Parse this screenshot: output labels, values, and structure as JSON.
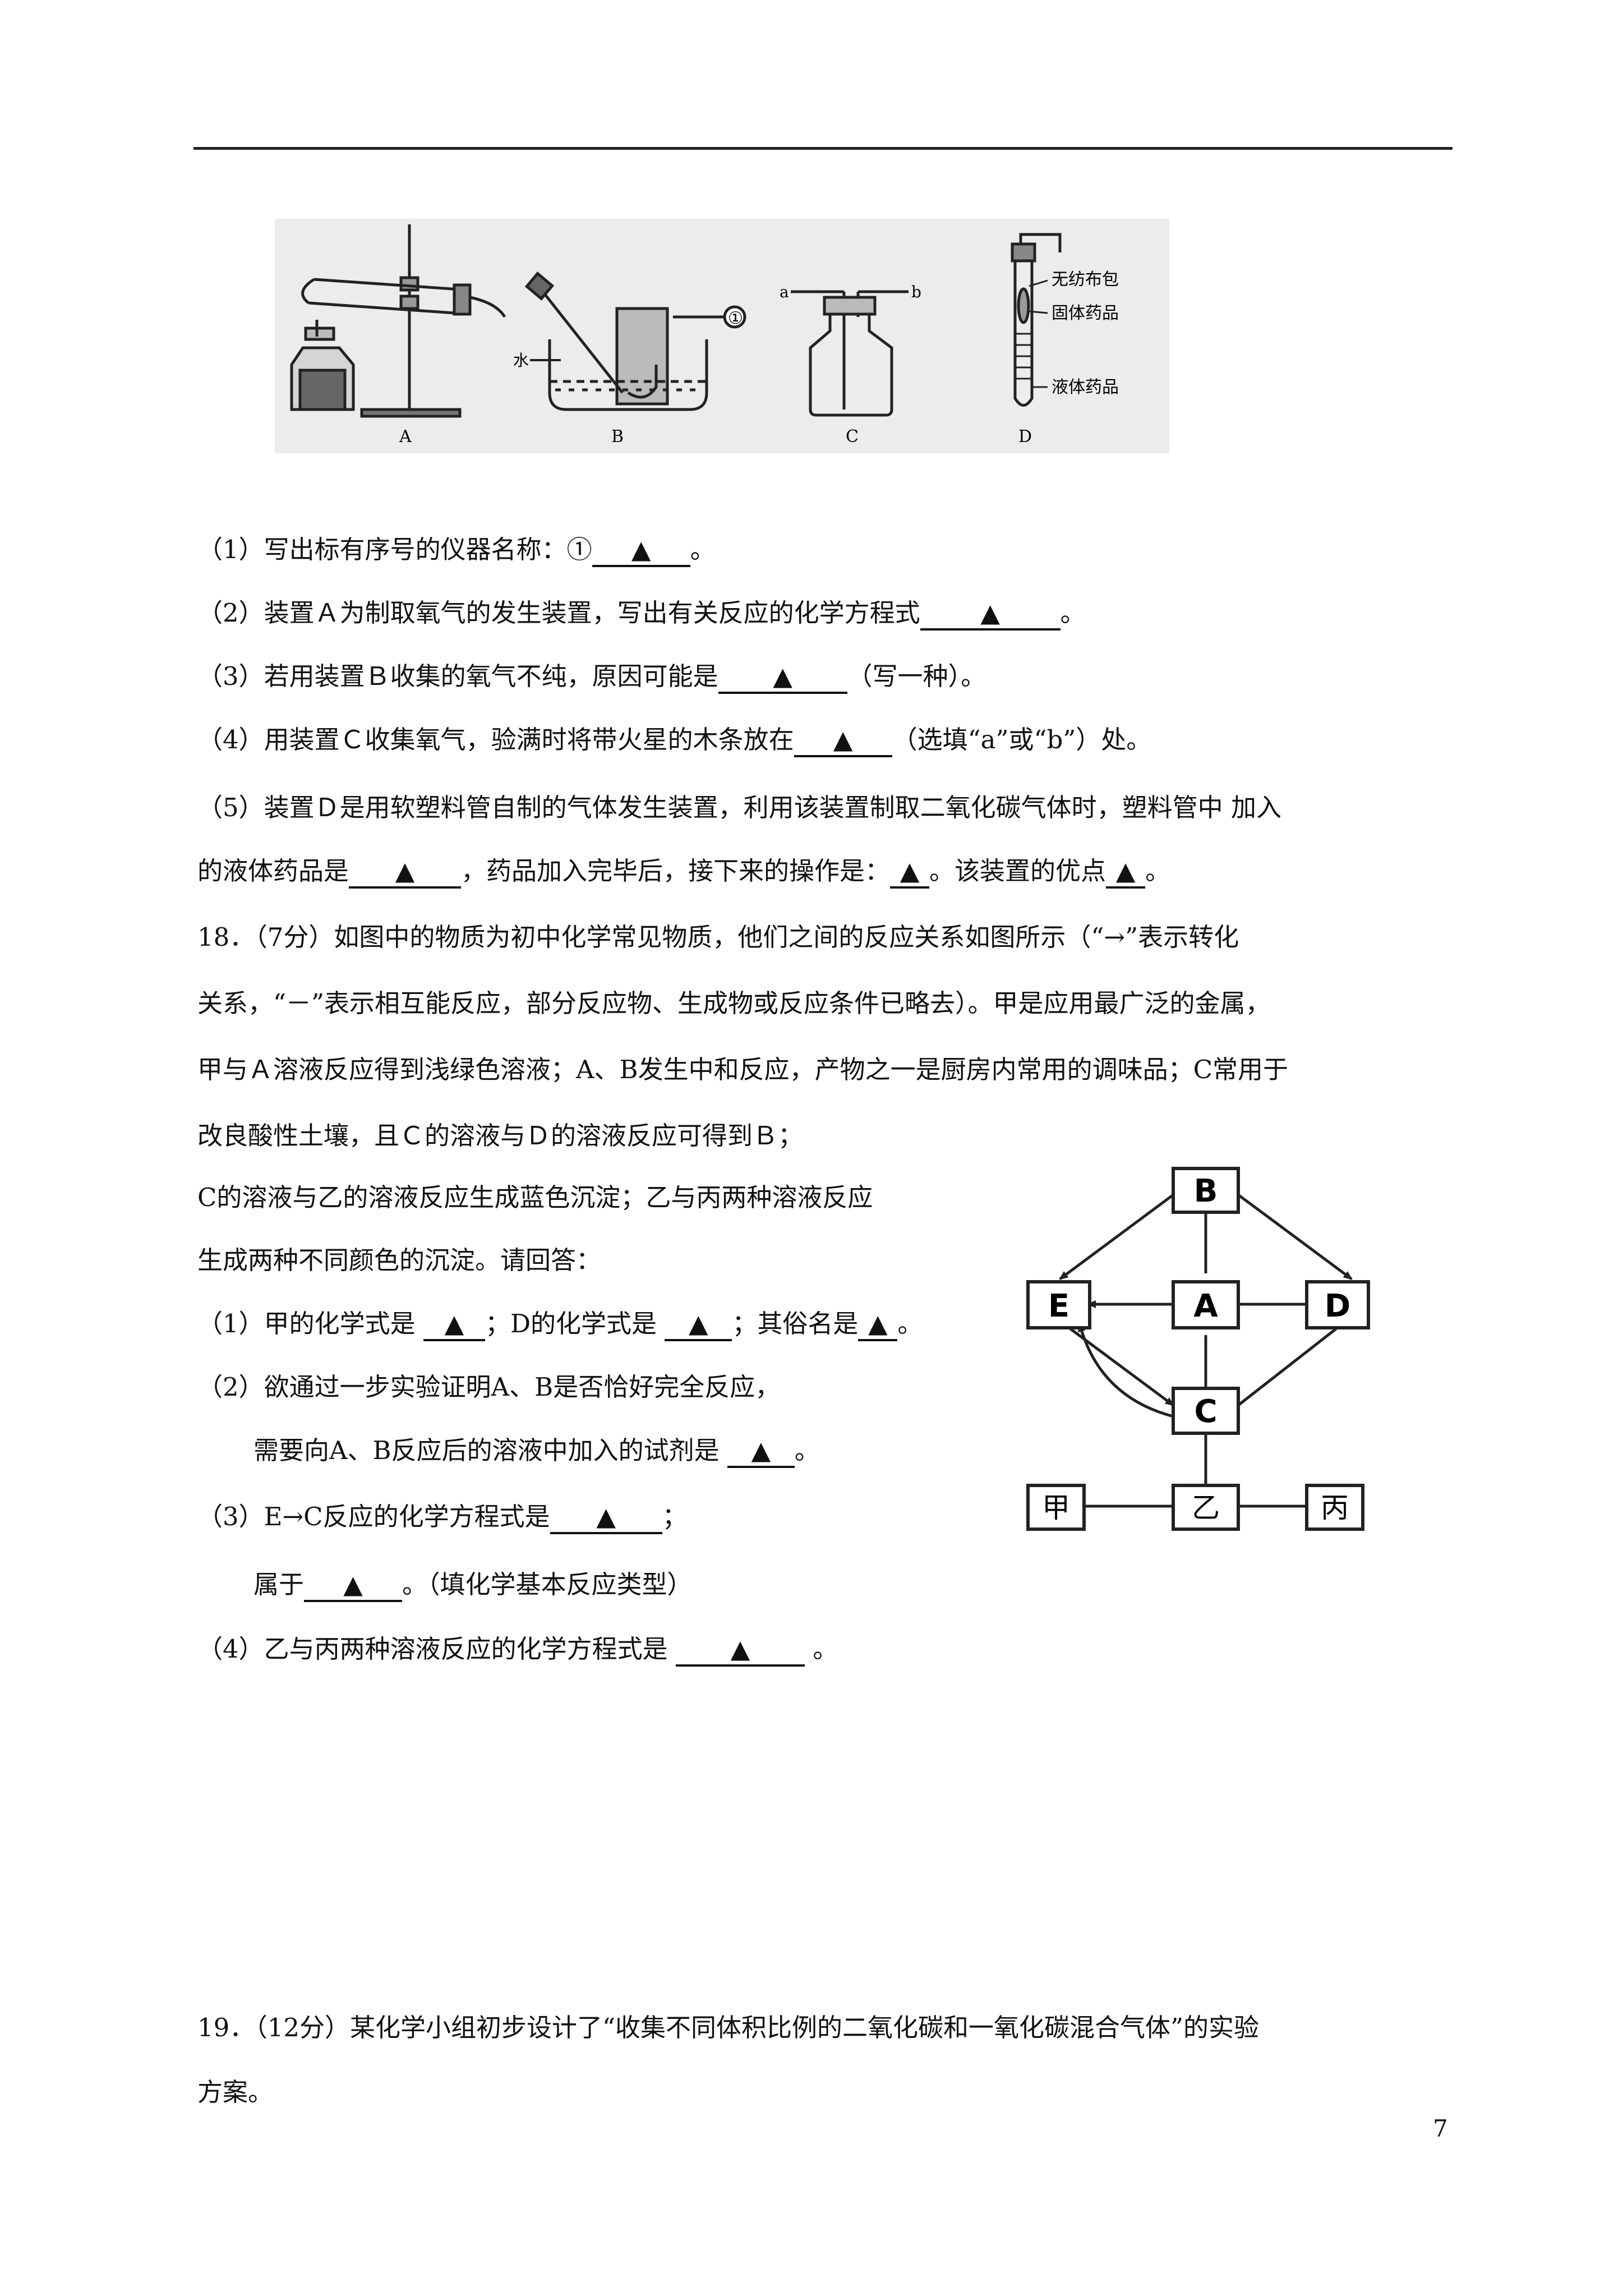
{
  "figure1": {
    "labels": {
      "A": "A",
      "B": "B",
      "C": "C",
      "D": "D",
      "water": "水",
      "circle1": "①",
      "a": "a",
      "b": "b",
      "cloth": "无纺布包",
      "solid": "固体药品",
      "liquid": "液体药品"
    }
  },
  "q17": {
    "l1_pre": "（1）写出标有序号的仪器名称：①",
    "l1_post": "。",
    "l2_pre": "（2）装置Ａ为制取氧气的发生装置，写出有关反应的化学方程式",
    "l2_post": "。",
    "l3_pre": "（3）若用装置Ｂ收集的氧气不纯，原因可能是",
    "l3_post": "（写一种）。",
    "l4_pre": "（4）用装置Ｃ收集氧气，验满时将带火星的木条放在",
    "l4_post": "（选填“a”或“b”）处。",
    "l5": "（5）装置Ｄ是用软塑料管自制的气体发生装置，利用该装置制取二氧化碳气体时，塑料管中 加入",
    "l6_pre": "的液体药品是",
    "l6_mid1": "，药品加入完毕后，接下来的操作是：",
    "l6_mid2": "。该装置的优点",
    "l6_post": "。"
  },
  "marker": "▲",
  "q18": {
    "p1": "18．（7分）如图中的物质为初中化学常见物质，他们之间的反应关系如图所示（“→”表示转化",
    "p2": "关系，“－”表示相互能反应，部分反应物、生成物或反应条件已略去）。甲是应用最广泛的金属，",
    "p3": "甲与Ａ溶液反应得到浅绿色溶液；A、B发生中和反应，产物之一是厨房内常用的调味品；C常用于",
    "p4": "改良酸性土壤，且Ｃ的溶液与Ｄ的溶液反应可得到Ｂ；",
    "p5": "C的溶液与乙的溶液反应生成蓝色沉淀；乙与丙两种溶液反应",
    "p6": "生成两种不同颜色的沉淀。请回答：",
    "s1_a": "（1）甲的化学式是 ",
    "s1_b": "；D的化学式是 ",
    "s1_c": "；其俗名是",
    "s1_d": "。",
    "s2_a": "（2）欲通过一步实验证明A、B是否恰好完全反应，",
    "s2_b_pre": "需要向A、B反应后的溶液中加入的试剂是 ",
    "s2_b_post": "。",
    "s3_a_pre": "（3）E→C反应的化学方程式是",
    "s3_a_post": "；",
    "s3_b_pre": "属于",
    "s3_b_post": "。（填化学基本反应类型）",
    "s4_pre": "（4）乙与丙两种溶液反应的化学方程式是 ",
    "s4_post": " 。"
  },
  "diagram": {
    "B": "B",
    "E": "E",
    "A": "A",
    "D": "D",
    "C": "C",
    "jia": "甲",
    "yi": "乙",
    "bing": "丙"
  },
  "q19": {
    "p1": "19．（12分）某化学小组初步设计了“收集不同体积比例的二氧化碳和一氧化碳混合气体”的实验",
    "p2": "方案。"
  },
  "page_number": "7"
}
